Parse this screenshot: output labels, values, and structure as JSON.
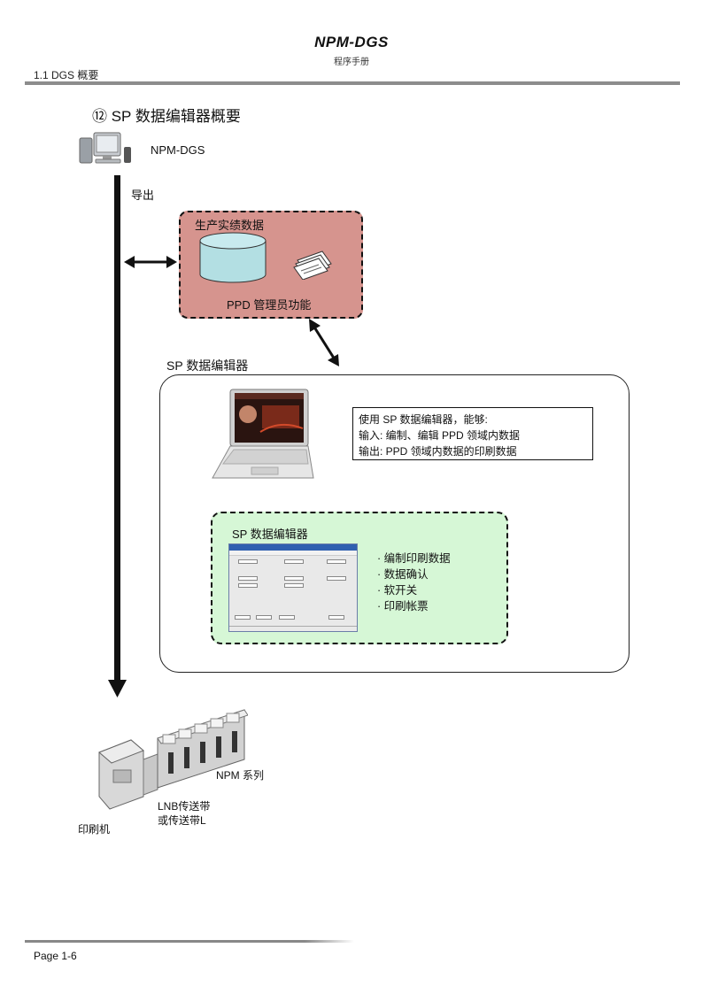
{
  "header": {
    "title": "NPM-DGS",
    "subtitle": "程序手册",
    "section": "1.1 DGS 概要"
  },
  "section_title": "⑫ SP 数据编辑器概要",
  "computer_label": "NPM-DGS",
  "export_label": "导出",
  "ppd_box": {
    "title": "生产实绩数据",
    "caption": "PPD 管理员功能"
  },
  "sp_editor_label": "SP 数据编辑器",
  "info_box": {
    "line1": "使用 SP 数据编辑器，能够:",
    "line2": "输入: 编制、编辑 PPD 领域内数据",
    "line3": "输出: PPD 领域内数据的印刷数据"
  },
  "green_box": {
    "title": "SP 数据编辑器",
    "features": [
      "·   编制印刷数据",
      "·   数据确认",
      "·   软开关",
      "·   印刷帐票"
    ]
  },
  "machines": {
    "npm_label": "NPM 系列",
    "lnb_line1": "LNB传送带",
    "lnb_line2": "或传送带L",
    "printer_label": "印刷机"
  },
  "footer": {
    "page": "Page 1-6"
  }
}
